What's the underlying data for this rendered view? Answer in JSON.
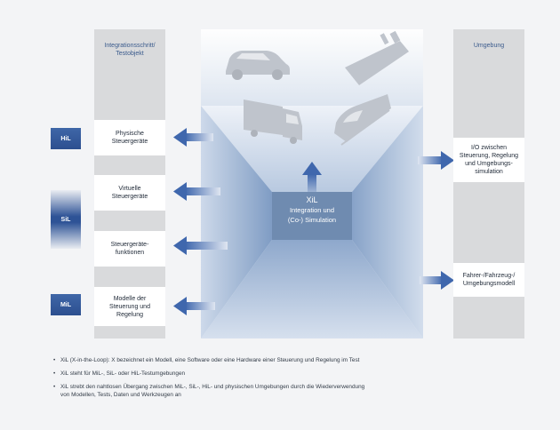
{
  "left_column": {
    "header": [
      "Integrationsschritt/",
      "Testobjekt"
    ],
    "boxes": [
      [
        "Physische",
        "Steuergeräte"
      ],
      [
        "Virtuelle",
        "Steuergeräte"
      ],
      [
        "Steuergeräte-",
        "funktionen"
      ],
      [
        "Modelle der",
        "Steuerung und",
        "Regelung"
      ]
    ]
  },
  "right_column": {
    "header": [
      "Umgebung"
    ],
    "boxes": [
      [
        "I/O zwischen",
        "Steuerung, Regelung",
        "und Umgebungs-",
        "simulation"
      ],
      [
        "Fahrer-/Fahrzeug-/",
        "Umgebungsmodell"
      ]
    ]
  },
  "tags": {
    "hil": "HiL",
    "sil": "SiL",
    "mil": "MiL"
  },
  "center": {
    "title": "XiL",
    "line2": "Integration und",
    "line3": "(Co-) Simulation"
  },
  "icons": [
    "car-icon",
    "ship-icon",
    "truck-icon",
    "train-icon"
  ],
  "footer": {
    "bullet": "•",
    "items": [
      "XiL (X-in-the-Loop): X bezeichnet ein Modell, eine Software oder eine Hardware einer Steuerung und Regelung im Test",
      "XiL steht für MiL-, SiL- oder HiL-Testumgebungen",
      "XiL strebt den nahtlosen Übergang zwischen MiL-, SiL-, HiL- und physischen Umgebungen durch die Wiederverwendung",
      "von Modellen, Tests, Daten und Werkzeugen an"
    ]
  },
  "colors": {
    "accent": "#3a5a8c",
    "center_box": "#6f8bb0",
    "arrow": "#5b7fbc"
  }
}
